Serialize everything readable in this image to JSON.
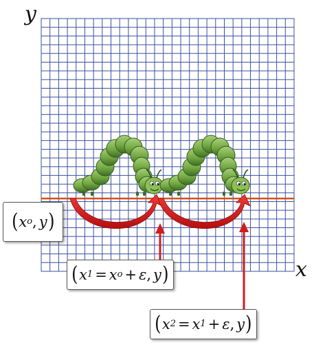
{
  "axes": {
    "x_label": "x",
    "y_label": "y"
  },
  "labels": {
    "start": {
      "var": "x",
      "sub": "o",
      "y": "y"
    },
    "step1": {
      "lhs": "x",
      "lhs_sub": "1",
      "eq": "=",
      "rhs": "x",
      "rhs_sub": "o",
      "plus": "+",
      "eps": "ε",
      "y": "y"
    },
    "step2": {
      "lhs": "x",
      "lhs_sub": "2",
      "eq": "=",
      "rhs": "x",
      "rhs_sub": "1",
      "plus": "+",
      "eps": "ε",
      "y": "y"
    }
  },
  "colors": {
    "grid": "#3a4fa0",
    "line": "#d05418",
    "arrow": "#d01c1c",
    "caterpillar": "#7fb04a",
    "caterpillar_dark": "#3d6b22"
  },
  "icons": {
    "caterpillar_1": "caterpillar-icon",
    "caterpillar_2": "caterpillar-icon"
  }
}
